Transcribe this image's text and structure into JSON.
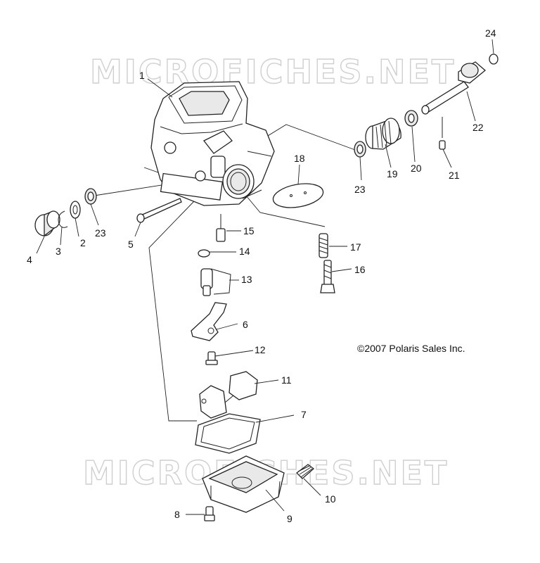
{
  "watermarks": [
    "MICROFICHES.NET",
    "MICROFICHES.NET"
  ],
  "copyright": "©2007 Polaris Sales Inc.",
  "callouts": [
    {
      "id": "c1",
      "text": "1"
    },
    {
      "id": "c2",
      "text": "2"
    },
    {
      "id": "c3",
      "text": "3"
    },
    {
      "id": "c4",
      "text": "4"
    },
    {
      "id": "c5",
      "text": "5"
    },
    {
      "id": "c6",
      "text": "6"
    },
    {
      "id": "c7",
      "text": "7"
    },
    {
      "id": "c8",
      "text": "8"
    },
    {
      "id": "c9",
      "text": "9"
    },
    {
      "id": "c10",
      "text": "10"
    },
    {
      "id": "c11",
      "text": "11"
    },
    {
      "id": "c12",
      "text": "12"
    },
    {
      "id": "c13",
      "text": "13"
    },
    {
      "id": "c14",
      "text": "14"
    },
    {
      "id": "c15",
      "text": "15"
    },
    {
      "id": "c16",
      "text": "16"
    },
    {
      "id": "c17",
      "text": "17"
    },
    {
      "id": "c18",
      "text": "18"
    },
    {
      "id": "c19",
      "text": "19"
    },
    {
      "id": "c20",
      "text": "20"
    },
    {
      "id": "c21",
      "text": "21"
    },
    {
      "id": "c22",
      "text": "22"
    },
    {
      "id": "c23a",
      "text": "23"
    },
    {
      "id": "c23b",
      "text": "23"
    },
    {
      "id": "c24",
      "text": "24"
    }
  ]
}
